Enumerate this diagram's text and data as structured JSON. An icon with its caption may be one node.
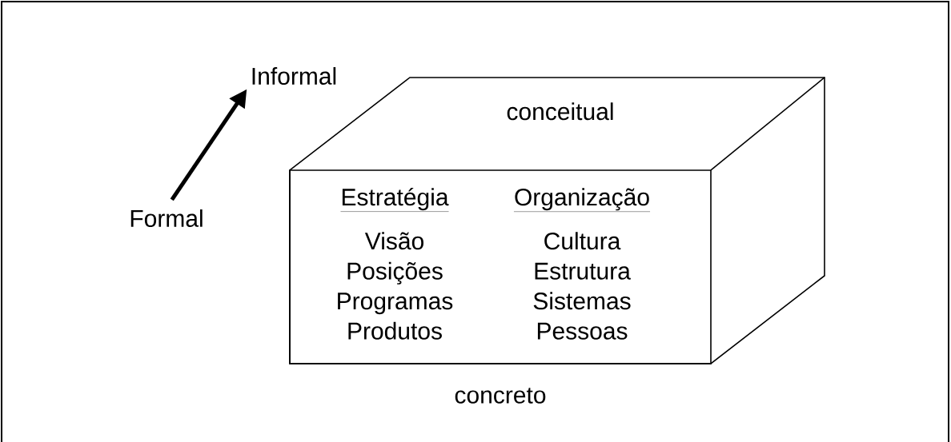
{
  "diagram": {
    "nodes": [
      {
        "text": [
          "Formal"
        ]
      },
      {
        "text": [
          "Informal"
        ]
      },
      {
        "text": [
          "conceitual",
          "Estratégia",
          "Visão",
          "Posições",
          "Programas",
          "Produtos",
          "Organização",
          "Cultura",
          "Estrutura",
          "Sistemas",
          "Pessoas"
        ],
        "beside": [
          "concreto"
        ]
      }
    ],
    "edges": [
      {
        "from": 0,
        "to": 1,
        "arrow": "to"
      }
    ]
  }
}
